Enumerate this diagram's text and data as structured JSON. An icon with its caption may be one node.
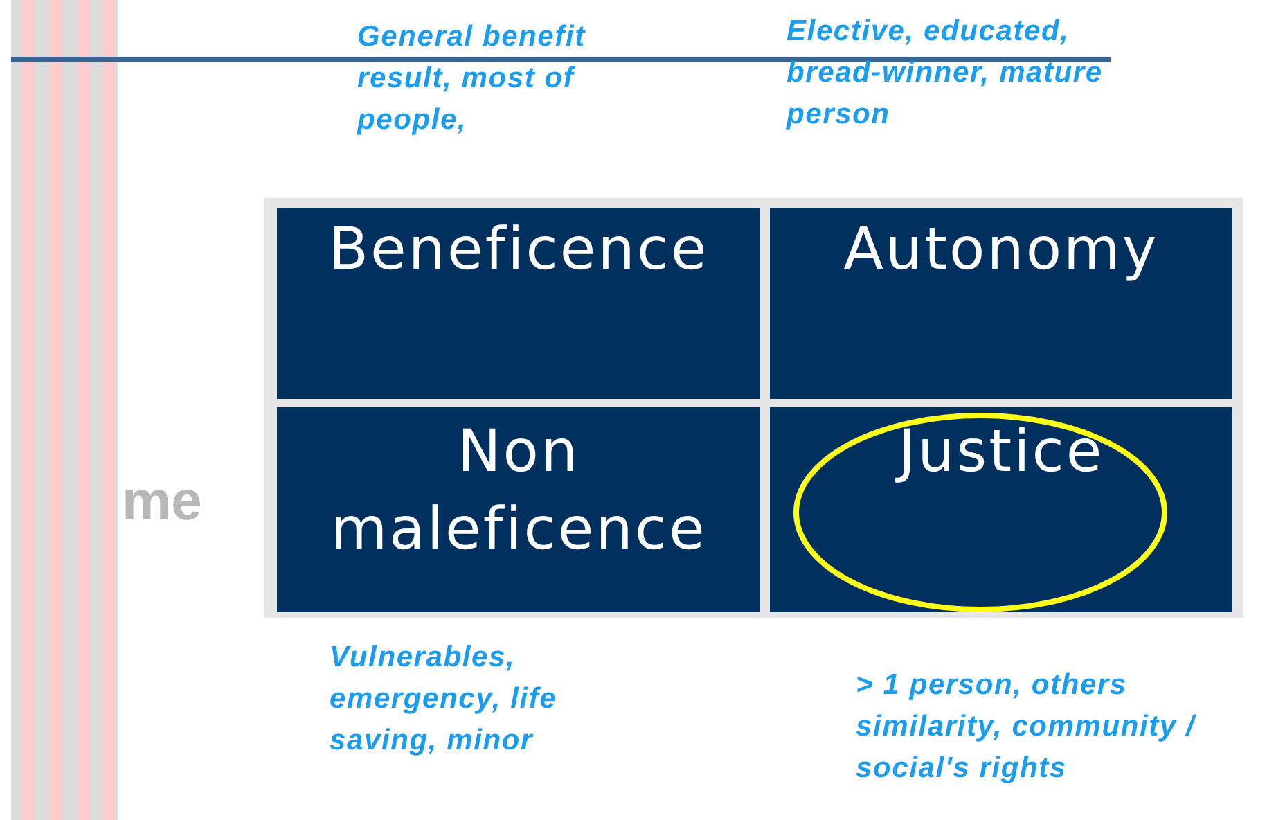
{
  "diagram": {
    "nodes": [
      {
        "text": [
          "Beneficence"
        ]
      },
      {
        "text": [
          "Autonomy"
        ]
      },
      {
        "text": [
          "Non maleficence"
        ]
      },
      {
        "text": [
          "Justice"
        ]
      }
    ],
    "labels": [
      "General benefit result, most of people,",
      "Elective, educated, bread-winner, mature person",
      "me",
      "Vulnerables, emergency, life saving, minor",
      "> 1 person, others similarity, community / social's rights"
    ]
  }
}
